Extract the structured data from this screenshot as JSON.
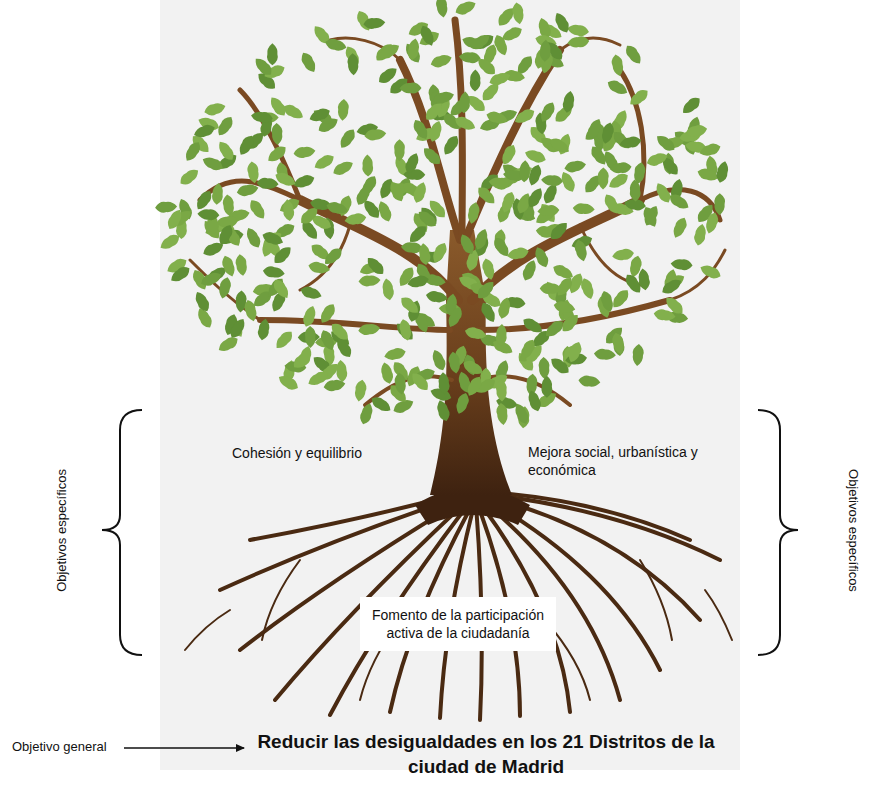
{
  "diagram": {
    "nodes": [
      {
        "text": [
          "Fomento de la participación activa de la ciudadanía"
        ]
      }
    ],
    "labels": [
      "Objetivos específicos",
      "Cohesión y equilibrio",
      "Mejora social, urbanística y económica",
      "Objetivos específicos",
      "Objetivo general",
      "Reducir las desigualdades en los 21 Distritos de la ciudad de Madrid"
    ]
  }
}
